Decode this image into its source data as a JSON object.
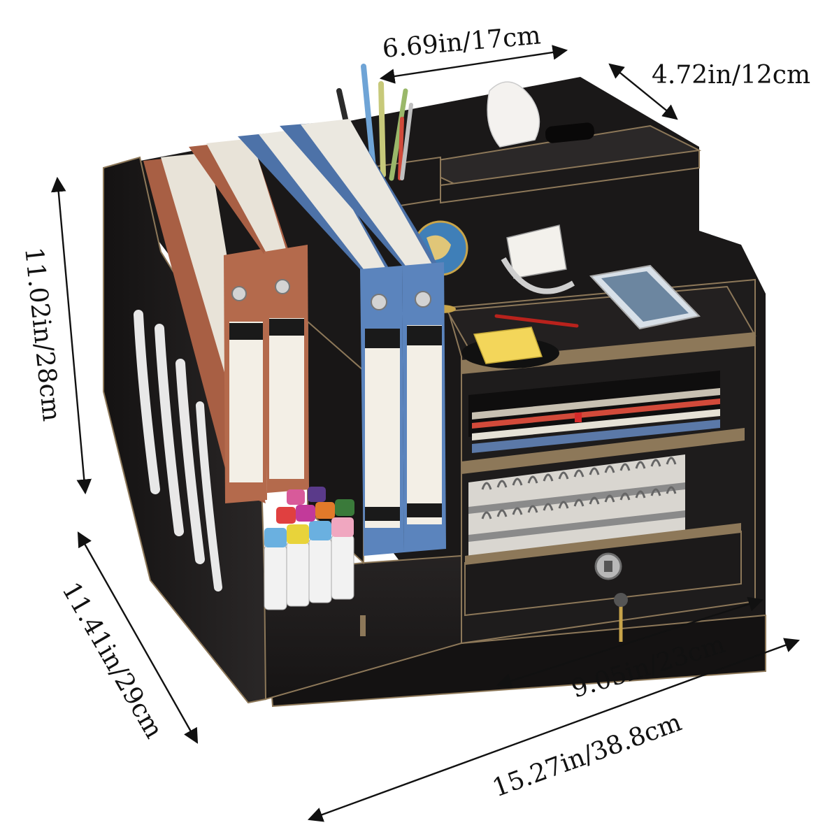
{
  "dimensions": {
    "top_width": "6.69in/17cm",
    "top_depth": "4.72in/12cm",
    "height": "11.02in/28cm",
    "side_depth": "11.41in/29cm",
    "inner_width": "9.05in/23cm",
    "total_width": "15.27in/38.8cm"
  },
  "colors": {
    "wood": "#1c1a1a",
    "wood_edge": "#a08a6a",
    "brown_binder": "#b46a4c",
    "blue_binder": "#5b84bd",
    "background": "#ffffff"
  }
}
